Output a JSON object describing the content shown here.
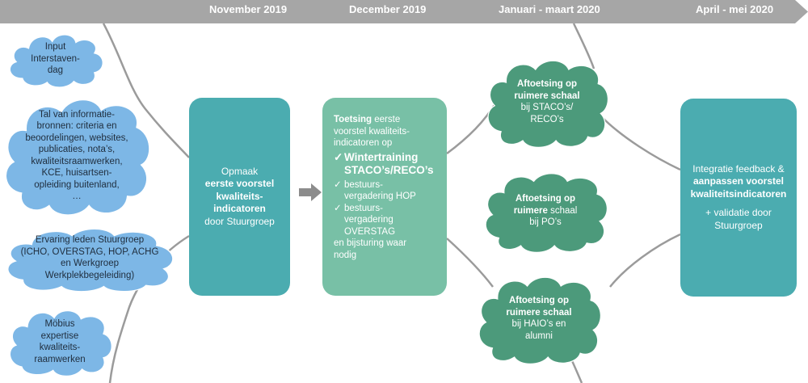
{
  "timeline": {
    "periods": [
      "November 2019",
      "December 2019",
      "Januari - maart 2020",
      "April - mei 2020"
    ],
    "color": "#a6a6a6"
  },
  "inputs": [
    {
      "lines": [
        "Input",
        "Interstaven-",
        "dag"
      ]
    },
    {
      "lines": [
        "Tal van informatie-",
        "bronnen: criteria en",
        "beoordelingen, websites,",
        "publicaties, nota’s,",
        "kwaliteitsraamwerken,",
        "KCE, huisartsen-",
        "opleiding buitenland,",
        "…"
      ]
    },
    {
      "lines": [
        "Ervaring leden Stuurgroep",
        "(ICHO, OVERSTAG, HOP, ACHG",
        "en Werkgroep",
        "Werkplekbegeleiding)"
      ]
    },
    {
      "lines": [
        "Möbius",
        "expertise",
        "kwaliteits-",
        "raamwerken"
      ]
    }
  ],
  "opmaak": {
    "line1": "Opmaak",
    "bold_lines": [
      "eerste voorstel",
      "kwaliteits-",
      "indicatoren"
    ],
    "line_end": "door Stuurgroep"
  },
  "toetsing": {
    "bold_word": "Toetsing",
    "rest_first": " eerste",
    "intro_lines": [
      "voorstel kwaliteits-",
      "indicatoren op"
    ],
    "checks": [
      {
        "lines": [
          "Wintertraining",
          "STACO’s/RECO’s"
        ],
        "emphasis": true
      },
      {
        "lines": [
          "bestuurs-",
          "vergadering HOP"
        ],
        "emphasis": false
      },
      {
        "lines": [
          "bestuurs-",
          "vergadering",
          "OVERSTAG"
        ],
        "emphasis": false
      }
    ],
    "outro_lines": [
      "en bijsturing waar",
      "nodig"
    ],
    "check_symbol": "✓"
  },
  "aftoetsing": [
    {
      "bold_lines": [
        "Aftoetsing op",
        "ruimere schaal"
      ],
      "lines": [
        "bij STACO’s/",
        "RECO’s"
      ]
    },
    {
      "bold_lines": [
        "Aftoetsing op",
        "ruimere"
      ],
      "bold_suffix": "ruimere",
      "inline_rest": " schaal",
      "lines": [
        "bij PO’s"
      ]
    },
    {
      "bold_lines": [
        "Aftoetsing op",
        "ruimere schaal"
      ],
      "lines": [
        "bij HAIO’s en",
        "alumni"
      ]
    }
  ],
  "integratie": {
    "line1": "Integratie feedback &",
    "bold_lines": [
      "aanpassen voorstel",
      "kwaliteitsindicatoren"
    ],
    "lines": [
      "+ validatie door",
      "Stuurgroep"
    ]
  },
  "colors": {
    "cloud_blue": "#7db7e6",
    "cloud_green": "#4c9a7b",
    "teal": "#4bacb0",
    "mint": "#78c0a6",
    "connector": "#9b9b9b"
  }
}
